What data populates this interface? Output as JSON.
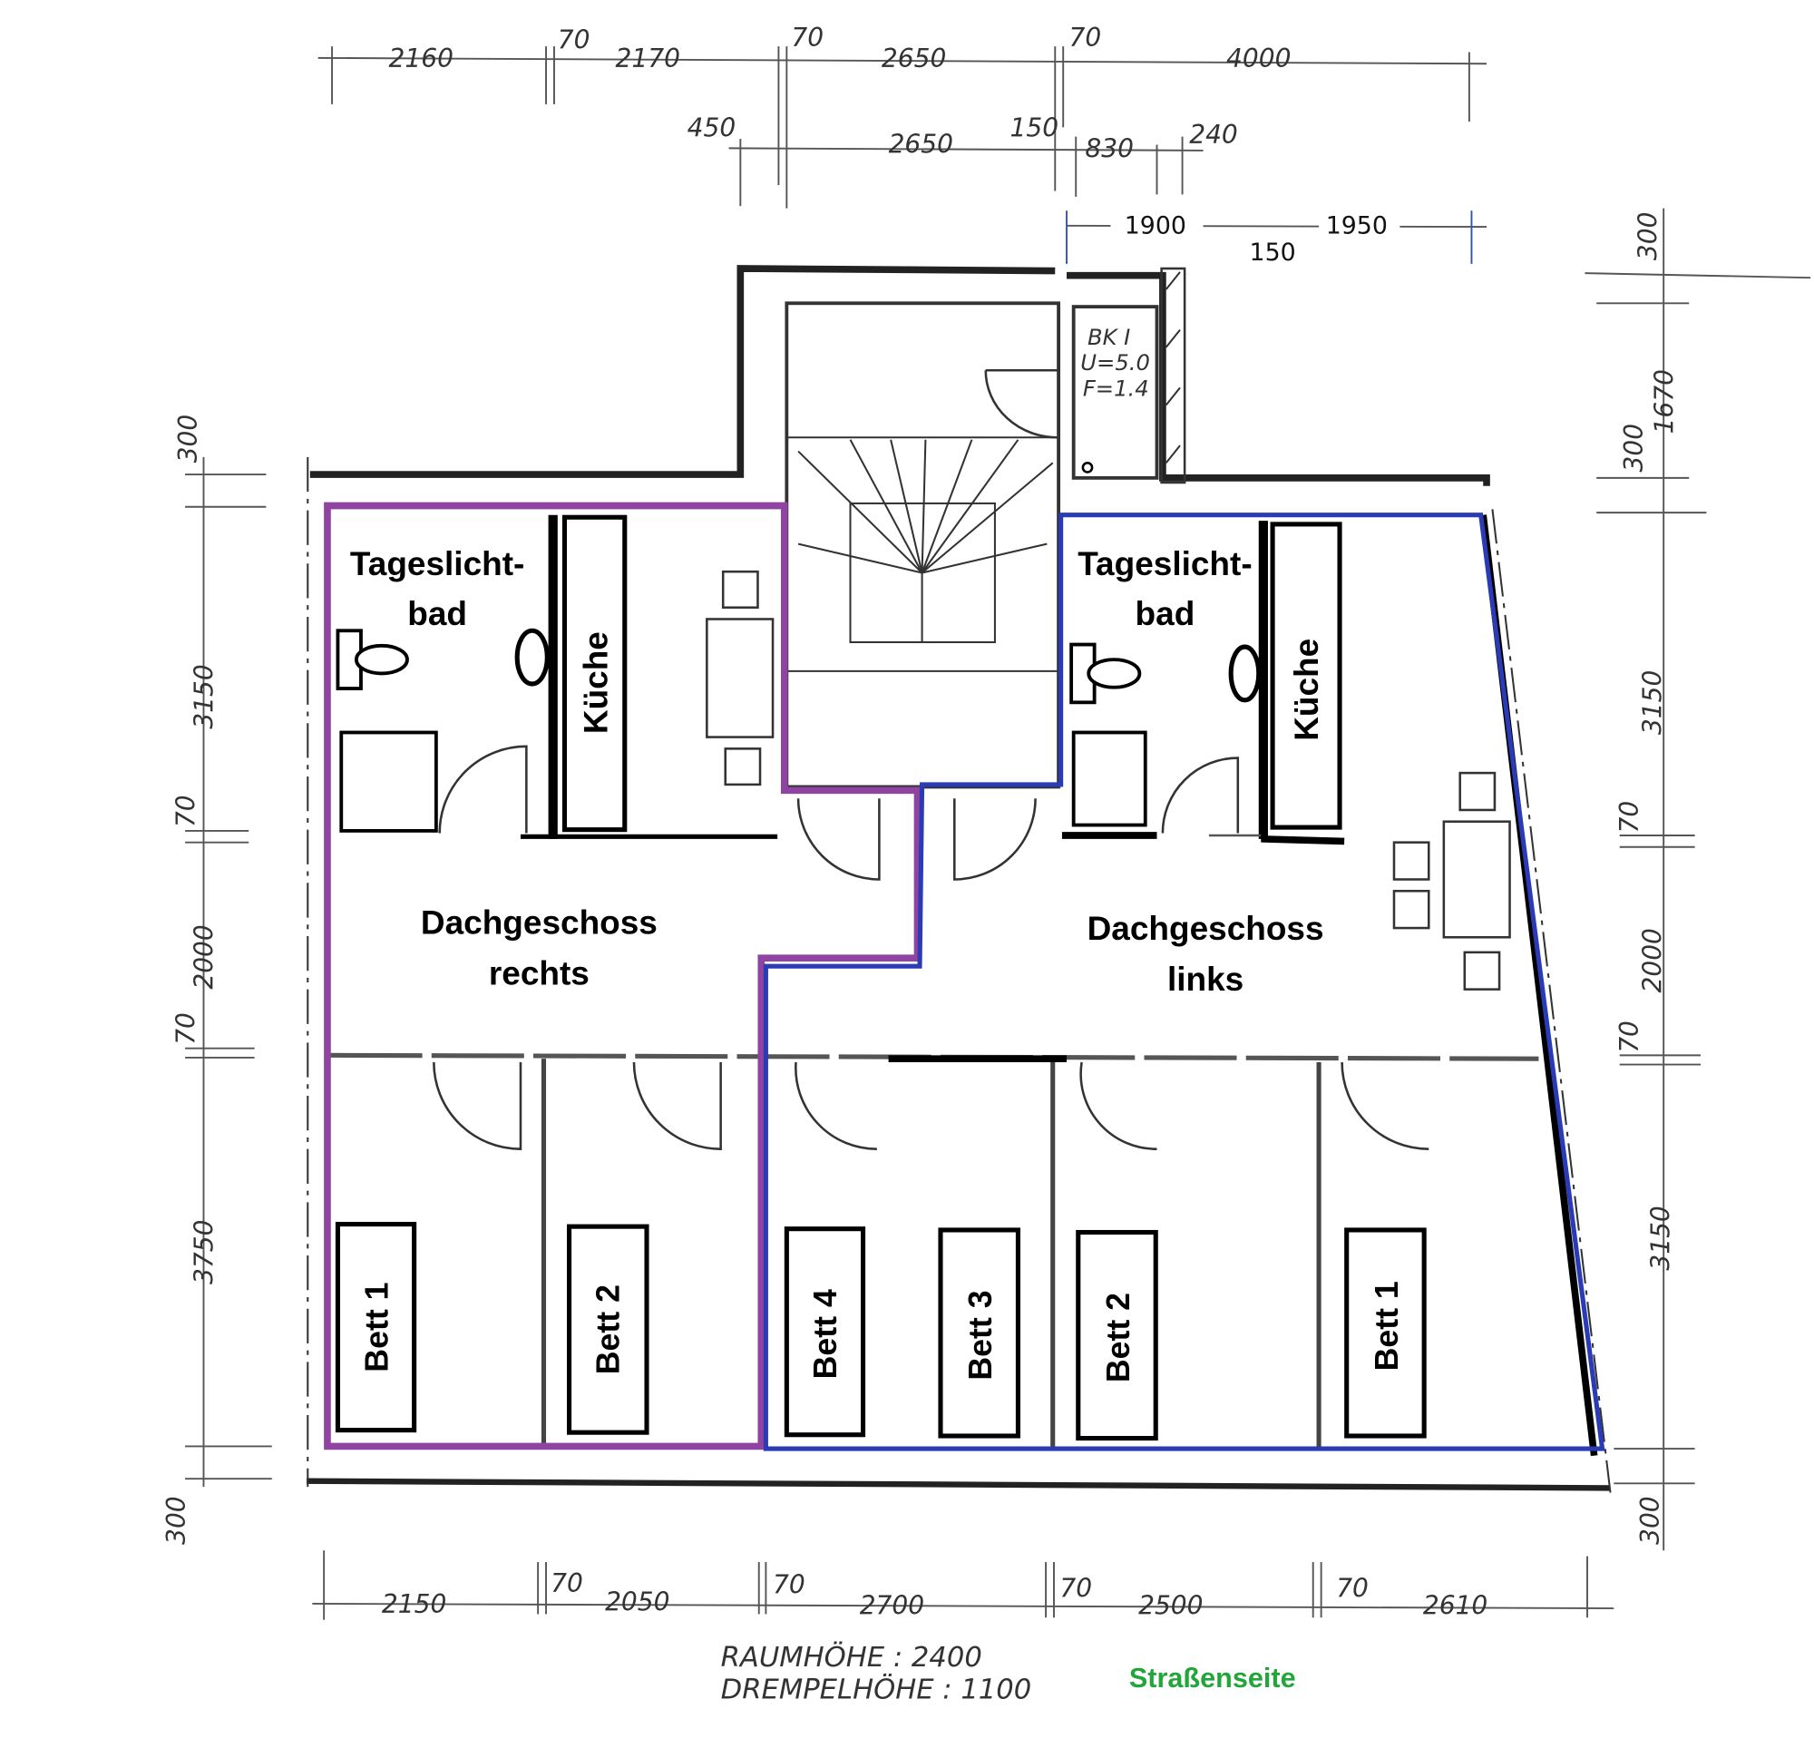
{
  "title": "Dachgeschoss Grundriss",
  "colors": {
    "unit_right": "#8e44a0",
    "unit_left": "#2b3bb5",
    "street": "#22a63a"
  },
  "dimensions": {
    "top_row1": [
      "2160",
      "70",
      "2170",
      "70",
      "2650",
      "70",
      "4000"
    ],
    "top_row2": [
      "450",
      "2650",
      "150",
      "830",
      "240"
    ],
    "top_row3": [
      "1900",
      "150",
      "1950"
    ],
    "left": [
      "300",
      "3150",
      "70",
      "2000",
      "70",
      "3750",
      "300"
    ],
    "right": [
      "300",
      "1670",
      "300",
      "3150",
      "70",
      "2000",
      "70",
      "3150",
      "300"
    ],
    "bottom": [
      "2150",
      "70",
      "2050",
      "70",
      "2700",
      "70",
      "2500",
      "70",
      "2610"
    ]
  },
  "chimney": [
    "BK I",
    "U=5.0",
    "F=1.4"
  ],
  "units": {
    "right": {
      "name_line1": "Dachgeschoss",
      "name_line2": "rechts",
      "bath_line1": "Tageslicht-",
      "bath_line2": "bad",
      "kitchen": "Küche",
      "beds": [
        "Bett 1",
        "Bett 2"
      ]
    },
    "left": {
      "name_line1": "Dachgeschoss",
      "name_line2": "links",
      "bath_line1": "Tageslicht-",
      "bath_line2": "bad",
      "kitchen": "Küche",
      "beds": [
        "Bett 4",
        "Bett 3",
        "Bett 2",
        "Bett 1"
      ]
    }
  },
  "notes": {
    "room_height": "RAUMHÖHE : 2400",
    "knee_wall_height": "DREMPELHÖHE : 1100",
    "street_side": "Straßenseite"
  }
}
